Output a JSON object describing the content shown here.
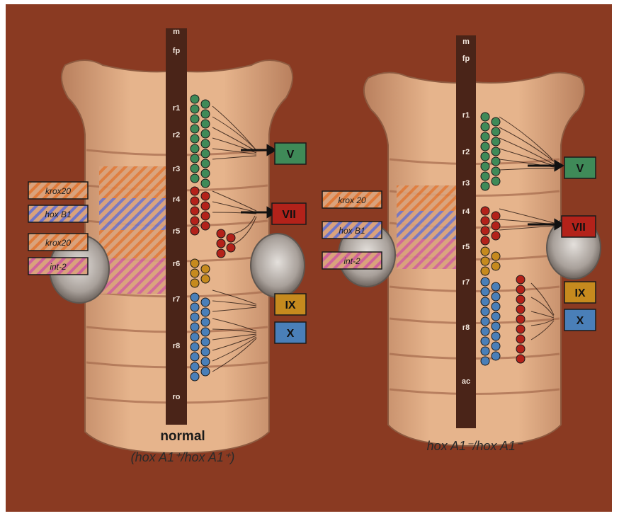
{
  "panels": [
    {
      "id": "normal",
      "title": "normal",
      "genotype": "(hox A1⁺/hox A1⁺)",
      "axis_labels": [
        "m",
        "fp",
        "r1",
        "r2",
        "r3",
        "r4",
        "r5",
        "r6",
        "r7",
        "r8",
        "ro"
      ],
      "gene_labels": [
        "krox20",
        "hox B1",
        "krox20",
        "int-2"
      ],
      "nerve_labels": [
        "V",
        "VII",
        "IX",
        "X"
      ]
    },
    {
      "id": "mutant",
      "title": "",
      "genotype": "hox A1⁻/hox A1⁻",
      "axis_labels": [
        "m",
        "fp",
        "r1",
        "r2",
        "r3",
        "r4",
        "r5",
        "r7",
        "r8",
        "ac"
      ],
      "gene_labels": [
        "krox 20",
        "hox B1",
        "int-2"
      ],
      "nerve_labels": [
        "V",
        "VII",
        "IX",
        "X"
      ]
    }
  ],
  "colors": {
    "background": "#8a3a22",
    "body": "#d9a27c",
    "spine": "#4a2418",
    "green": "#3f8a58",
    "red": "#b3221a",
    "gold": "#c68a1e",
    "blue": "#4a7fb8",
    "krox20": "#e07a3a",
    "hoxB1": "#6f74c8",
    "int2": "#d0629a"
  }
}
